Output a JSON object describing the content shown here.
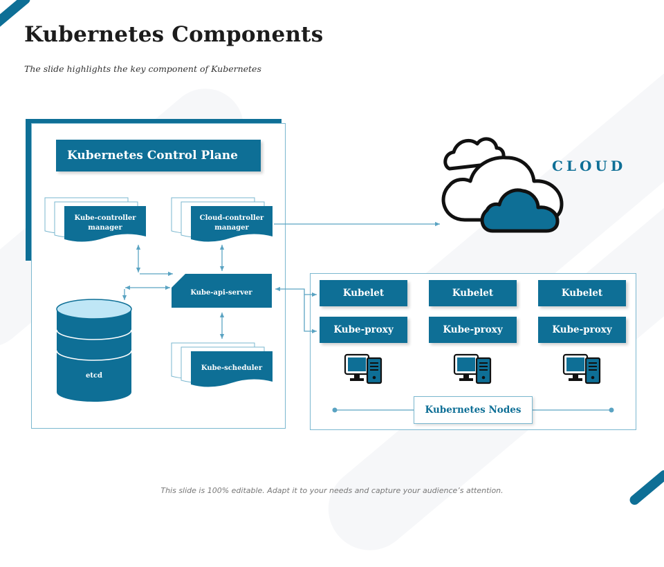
{
  "slide": {
    "title": "Kubernetes Components",
    "subtitle": "The slide highlights the key component of Kubernetes",
    "footer": "This slide is 100% editable. Adapt it to your needs and capture your audience’s attention."
  },
  "control_plane": {
    "title": "Kubernetes Control Plane",
    "kube_controller_manager": [
      "Kube-controller",
      "manager"
    ],
    "cloud_controller_manager": [
      "Cloud-controller",
      "manager"
    ],
    "kube_api_server": "Kube-api-server",
    "kube_scheduler": "Kube-scheduler",
    "etcd": "etcd"
  },
  "cloud": {
    "label": "CLOUD"
  },
  "nodes": {
    "label": "Kubernetes Nodes",
    "columns": [
      {
        "kubelet": "Kubelet",
        "proxy": "Kube-proxy"
      },
      {
        "kubelet": "Kubelet",
        "proxy": "Kube-proxy"
      },
      {
        "kubelet": "Kubelet",
        "proxy": "Kube-proxy"
      }
    ]
  },
  "colors": {
    "primary": "#0e6f96",
    "border": "#7ab7cf",
    "etcd_top": "#bfe6f6",
    "arrow": "#5aa3c2"
  },
  "icons": [
    "cloud-icon",
    "computer-icon",
    "database-icon"
  ]
}
